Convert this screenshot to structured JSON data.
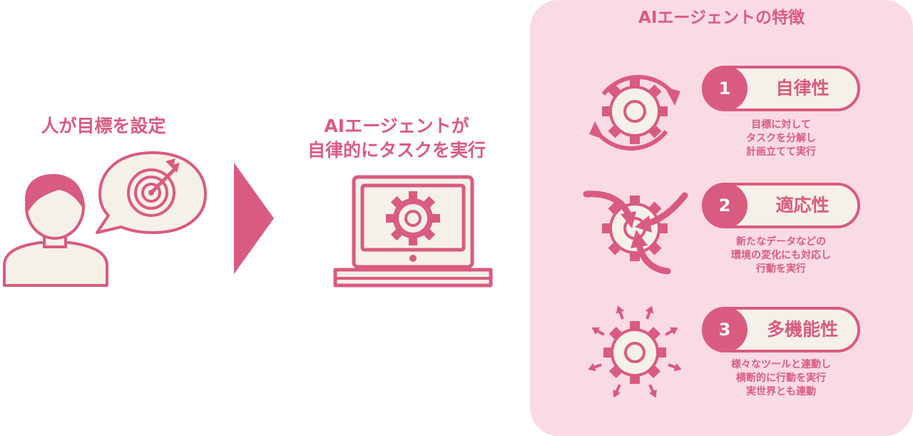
{
  "left": {
    "title": "人が目標を設定"
  },
  "middle": {
    "title_line1": "AIエージェントが",
    "title_line2": "自律的にタスクを実行"
  },
  "panel": {
    "title": "AIエージェントの特徴",
    "features": [
      {
        "number": "1",
        "label": "自律性",
        "description": "目標に対して\nタスクを分解し\n計画立てて実行"
      },
      {
        "number": "2",
        "label": "適応性",
        "description": "新たなデータなどの\n環境の変化にも対応し\n行動を実行"
      },
      {
        "number": "3",
        "label": "多機能性",
        "description": "様々なツールと連動し\n横断的に行動を実行\n実世界とも連動"
      }
    ]
  },
  "colors": {
    "accent": "#d95b80",
    "cream": "#f5f1e8",
    "panel_bg": "#fadbe3"
  }
}
